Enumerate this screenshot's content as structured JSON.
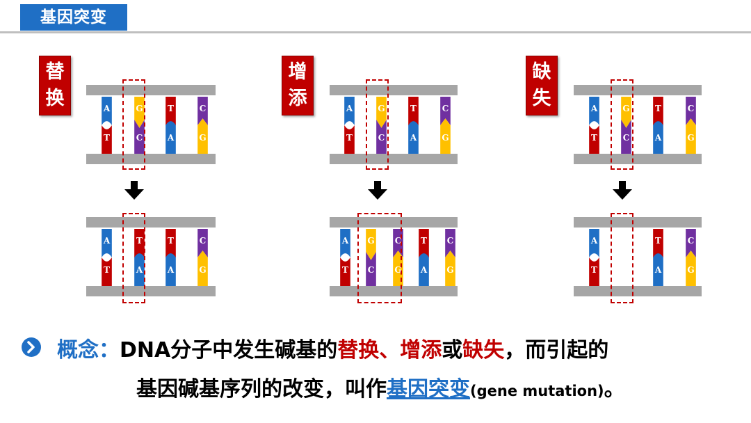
{
  "header": {
    "title": "基因突变"
  },
  "labels": {
    "substitution": [
      "替",
      "换"
    ],
    "insertion": [
      "增",
      "添"
    ],
    "deletion": [
      "缺",
      "失"
    ]
  },
  "concept": {
    "label": "概念：",
    "p1": "DNA分子中发生碱基的",
    "k1": "替换、增添",
    "p2": "或",
    "k2": "缺失",
    "p3": "，而引起的",
    "p4": "基因碱基序列的改变，叫作",
    "term": "基因突变",
    "english": "(gene mutation)",
    "end": "。"
  },
  "colors": {
    "A": "#1f6fc5",
    "T": "#c00000",
    "G": "#ffc000",
    "C": "#7030a0",
    "rail": "#a6a6a6",
    "accent": "#1f6fc5",
    "highlight": "#c00000"
  },
  "diagrams": [
    {
      "name": "substitution",
      "before": [
        [
          "A",
          "T"
        ],
        [
          "G",
          "C"
        ],
        [
          "T",
          "A"
        ],
        [
          "C",
          "G"
        ]
      ],
      "after": [
        [
          "A",
          "T"
        ],
        [
          "T",
          "A"
        ],
        [
          "T",
          "A"
        ],
        [
          "C",
          "G"
        ]
      ]
    },
    {
      "name": "insertion",
      "before": [
        [
          "A",
          "T"
        ],
        [
          "G",
          "C"
        ],
        [
          "T",
          "A"
        ],
        [
          "C",
          "G"
        ]
      ],
      "after": [
        [
          "A",
          "T"
        ],
        [
          "G",
          "C"
        ],
        [
          "C",
          "G"
        ],
        [
          "T",
          "A"
        ],
        [
          "C",
          "G"
        ]
      ]
    },
    {
      "name": "deletion",
      "before": [
        [
          "A",
          "T"
        ],
        [
          "G",
          "C"
        ],
        [
          "T",
          "A"
        ],
        [
          "C",
          "G"
        ]
      ],
      "after": [
        [
          "A",
          "T"
        ],
        null,
        [
          "T",
          "A"
        ],
        [
          "C",
          "G"
        ]
      ]
    }
  ]
}
